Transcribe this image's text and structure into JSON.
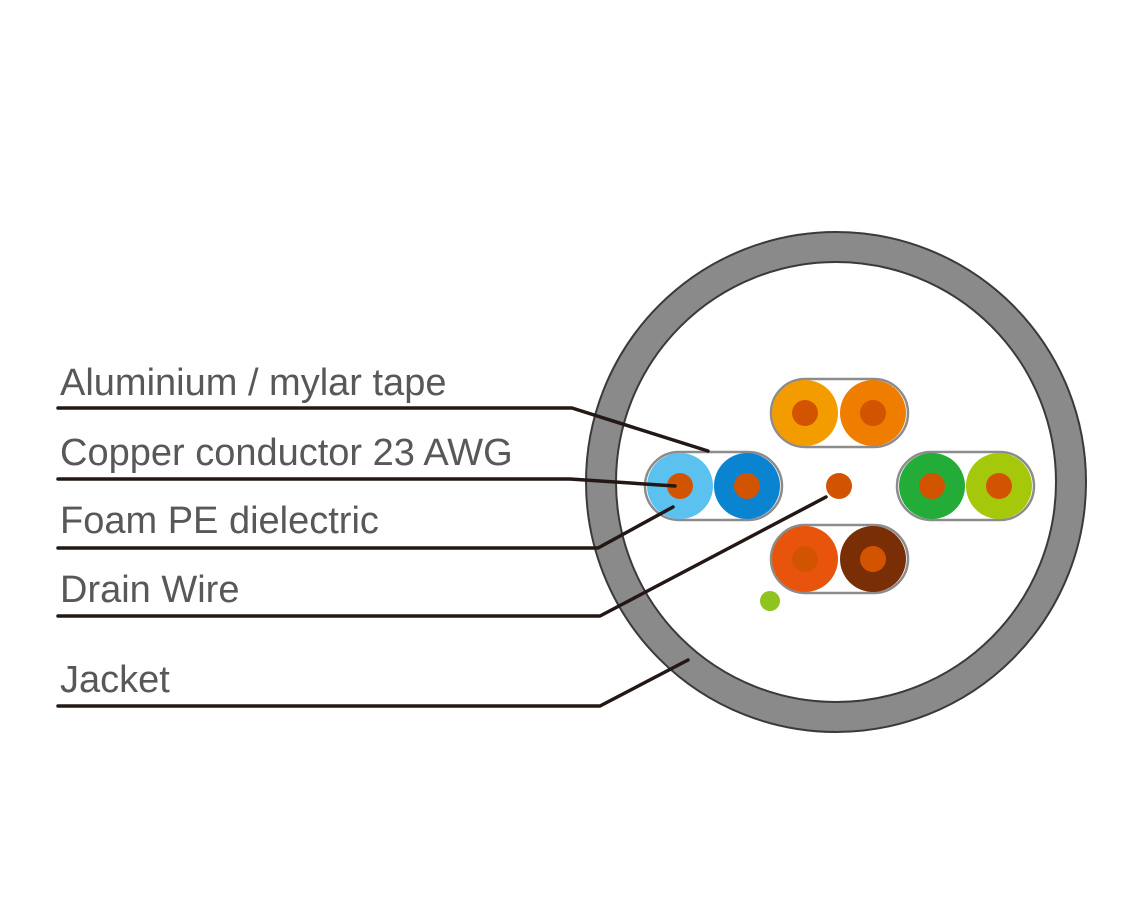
{
  "diagram": {
    "labels": [
      {
        "text": "Aluminium / mylar tape",
        "component": "tape"
      },
      {
        "text": "Copper conductor 23 AWG",
        "component": "conductor"
      },
      {
        "text": "Foam PE dielectric",
        "component": "dielectric"
      },
      {
        "text": "Drain Wire",
        "component": "drain-wire"
      },
      {
        "text": "Jacket",
        "component": "jacket"
      }
    ]
  },
  "colors": {
    "label_text": "#58585a",
    "leader_line": "#231815",
    "jacket": "#8a8a8a",
    "jacket_outline": "#3a3a3a",
    "interior": "#ffffff",
    "tape_outline": "#8c8c8c",
    "copper": "#d35400",
    "pair_blue": "#5bc2f0",
    "pair_blue_white": "#0a84d0",
    "pair_orange_a": "#f39c00",
    "pair_orange_b": "#ef7d00",
    "pair_green": "#23ac38",
    "pair_green_white": "#a5c80a",
    "pair_red_orange": "#e8540c",
    "pair_brown": "#7a2e05",
    "filler_dot": "#8fc31f"
  }
}
